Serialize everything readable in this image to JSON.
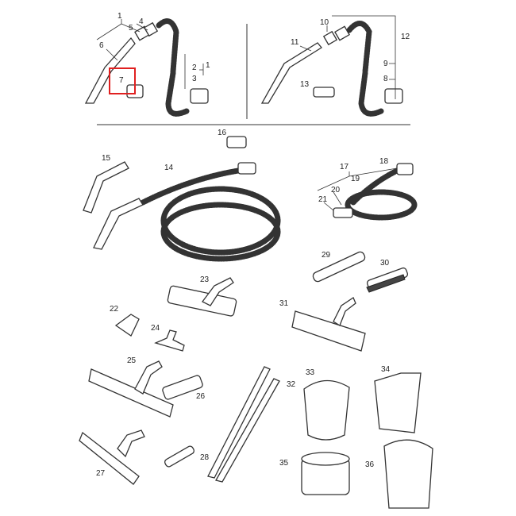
{
  "diagram": {
    "highlight_color": "#e02020",
    "highlighted_part": "7",
    "labels": [
      "1",
      "4",
      "5",
      "6",
      "7",
      "2",
      "1",
      "3",
      "10",
      "11",
      "12",
      "9",
      "8",
      "13",
      "16",
      "15",
      "14",
      "17",
      "18",
      "19",
      "20",
      "21",
      "29",
      "30",
      "23",
      "31",
      "22",
      "24",
      "25",
      "26",
      "33",
      "34",
      "32",
      "28",
      "27",
      "35",
      "36"
    ]
  }
}
